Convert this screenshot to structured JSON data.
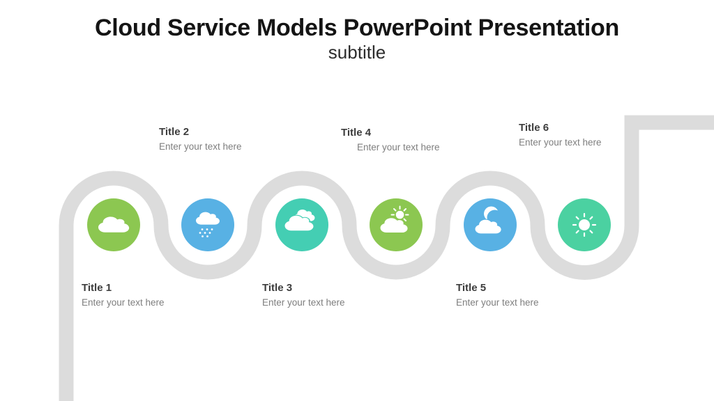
{
  "header": {
    "title": "Cloud Service Models PowerPoint Presentation",
    "subtitle": "subtitle"
  },
  "design": {
    "path_color": "#DCDCDC",
    "background_color": "#FFFFFF",
    "icon_color": "#FFFFFF"
  },
  "items": [
    {
      "title": "Title 1",
      "text": "Enter your text here",
      "icon": "cloud-icon",
      "color": "#8CC751",
      "label_position": "below"
    },
    {
      "title": "Title 2",
      "text": "Enter your text here",
      "icon": "rain-cloud-icon",
      "color": "#58B1E4",
      "label_position": "above"
    },
    {
      "title": "Title 3",
      "text": "Enter your text here",
      "icon": "clouds-icon",
      "color": "#44CEB3",
      "label_position": "below"
    },
    {
      "title": "Title 4",
      "text": "Enter your text here",
      "icon": "sun-cloud-icon",
      "color": "#8CC751",
      "label_position": "above"
    },
    {
      "title": "Title 5",
      "text": "Enter your text here",
      "icon": "moon-cloud-icon",
      "color": "#58B1E4",
      "label_position": "below"
    },
    {
      "title": "Title 6",
      "text": "Enter your text here",
      "icon": "sun-icon",
      "color": "#4BD1A1",
      "label_position": "above"
    }
  ]
}
